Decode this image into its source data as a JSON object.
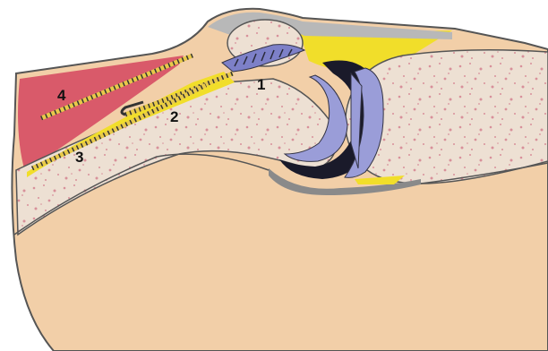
{
  "diagram": {
    "labels": [
      {
        "id": "label-1",
        "text": "1"
      },
      {
        "id": "label-2",
        "text": "2"
      },
      {
        "id": "label-3",
        "text": "3"
      },
      {
        "id": "label-4",
        "text": "4"
      }
    ],
    "colors": {
      "skin": "#f2cfa8",
      "outline": "#555555",
      "bone": "#ede0d3",
      "speckle": "#d8909a",
      "fat": "#f1de2a",
      "muscle": "#d95a6a",
      "cartilage": "#9a9dd8",
      "cavity": "#1a1a2a",
      "grey_tissue": "#b8b8b8",
      "tendon": "#e8c94a"
    }
  }
}
